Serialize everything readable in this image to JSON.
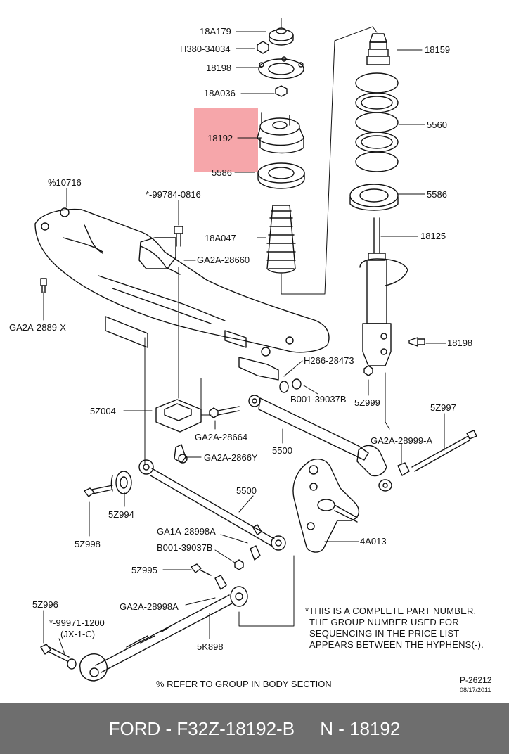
{
  "colors": {
    "highlight": "#f5979b",
    "footer_bg": "#6e6e6e",
    "footer_text": "#ffffff",
    "line": "#111111"
  },
  "labels": {
    "l18A179": "18A179",
    "lH380": "H380-34034",
    "l18198a": "18198",
    "l18A036": "18A036",
    "l18192": "18192",
    "l5586a": "5586",
    "l10716": "%10716",
    "l99784": "*-99784-0816",
    "lGA2A28660": "GA2A-28660",
    "l18A047": "18A047",
    "lGA2A2889X": "GA2A-2889-X",
    "l18159": "18159",
    "l5560": "5560",
    "l5586b": "5586",
    "l18125": "18125",
    "l18198b": "18198",
    "lH266": "H266-28473",
    "lB001a": "B001-39037B",
    "l5Z999": "5Z999",
    "l5Z004": "5Z004",
    "lGA2A28664": "GA2A-28664",
    "l5500a": "5500",
    "l5Z997": "5Z997",
    "lGA2A28999A": "GA2A-28999-A",
    "lGA2A2866Y": "GA2A-2866Y",
    "l5500b": "5500",
    "l5Z994": "5Z994",
    "l5Z998": "5Z998",
    "lGA1A": "GA1A-28998A",
    "lB001b": "B001-39037B",
    "l4A013": "4A013",
    "l5Z995": "5Z995",
    "lGA2A28998A": "GA2A-28998A",
    "l5Z996": "5Z996",
    "l99971": "*-99971-1200",
    "lJX1C": "(JX-1-C)",
    "l5K898": "5K898"
  },
  "note": {
    "line1": "*THIS IS A COMPLETE PART NUMBER.",
    "line2": "THE GROUP NUMBER USED FOR",
    "line3": "SEQUENCING IN THE PRICE LIST",
    "line4": "APPEARS BETWEEN THE HYPHENS(-)."
  },
  "body_ref": "% REFER TO GROUP IN BODY SECTION",
  "illustration_id": "P-26212",
  "illustration_date": "08/17/2011",
  "footer": {
    "brand": "FORD",
    "part_number": "F32Z-18192-B",
    "ref": "N - 18192"
  }
}
